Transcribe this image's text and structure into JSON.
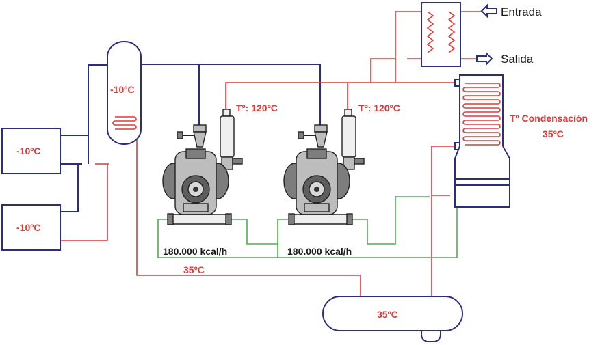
{
  "colors": {
    "vessel_outline": "#2b2e7e",
    "hot_line": "#e03a3a",
    "water_line": "#4caf50",
    "label_text": "#1a1a1a"
  },
  "labels": {
    "entrada": "Entrada",
    "salida": "Salida",
    "evap_top": "-10ºC",
    "evap_bottom": "-10ºC",
    "separator": "-10ºC",
    "compressor1_temp": "Tº: 120ºC",
    "compressor2_temp": "Tº: 120ºC",
    "condensation_title": "Tº Condensación",
    "condensation_temp": "35ºC",
    "compressor1_capacity": "180.000 kcal/h",
    "compressor2_capacity": "180.000 kcal/h",
    "liquid_line_temp": "35ºC",
    "receiver_temp": "35ºC"
  },
  "icons": {
    "entrada_arrow": "arrow-left-outline",
    "salida_arrow": "arrow-right-outline"
  }
}
